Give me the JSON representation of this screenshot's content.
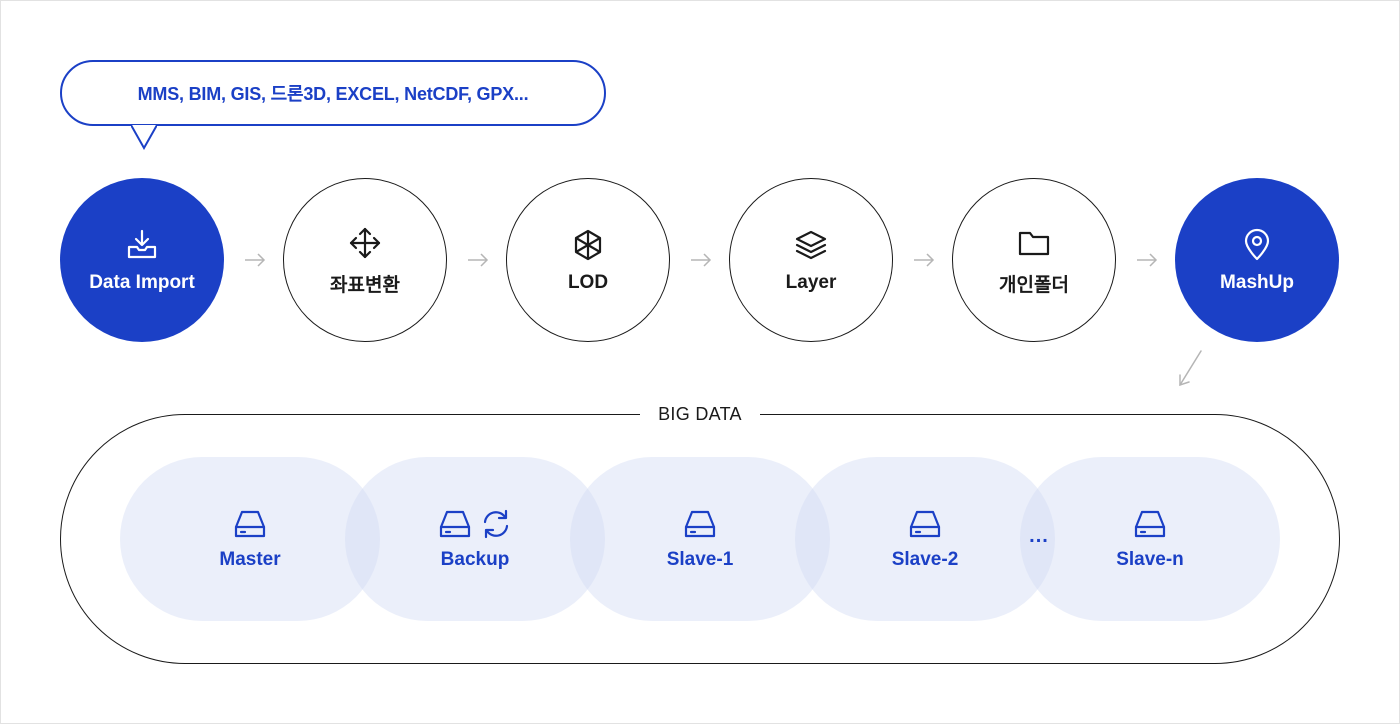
{
  "bubble": {
    "text": "MMS, BIM, GIS, 드론3D, EXCEL, NetCDF, GPX..."
  },
  "steps": [
    {
      "label": "Data Import",
      "icon": "download-tray-icon",
      "style": "filled"
    },
    {
      "label": "좌표변환",
      "icon": "move-arrows-icon",
      "style": "outline"
    },
    {
      "label": "LOD",
      "icon": "cube-icon",
      "style": "outline"
    },
    {
      "label": "Layer",
      "icon": "layers-icon",
      "style": "outline"
    },
    {
      "label": "개인폴더",
      "icon": "folder-icon",
      "style": "outline"
    },
    {
      "label": "MashUp",
      "icon": "map-pin-icon",
      "style": "filled"
    }
  ],
  "big_data": {
    "title": "BIG DATA",
    "nodes": [
      {
        "label": "Master",
        "icon": "drive-icon"
      },
      {
        "label": "Backup",
        "icon": "drive-icon",
        "extra_icon": "sync-icon"
      },
      {
        "label": "Slave-1",
        "icon": "drive-icon"
      },
      {
        "label": "Slave-2",
        "icon": "drive-icon"
      },
      {
        "label": "Slave-n",
        "icon": "drive-icon"
      }
    ],
    "ellipsis": "..."
  },
  "colors": {
    "accent": "#1b40c6",
    "node_fill": "#e8ecf9",
    "stroke": "#1a1a1a"
  }
}
